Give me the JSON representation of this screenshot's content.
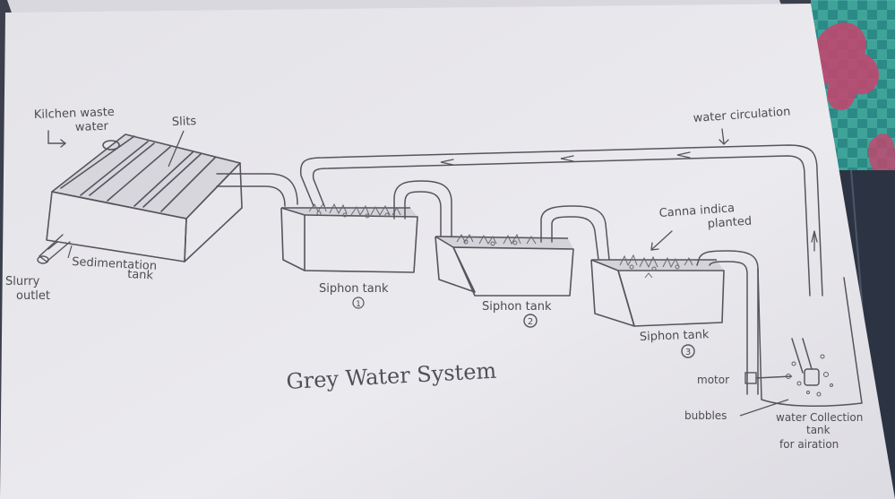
{
  "labels": {
    "kitchen_waste_water": [
      "Kilchen waste",
      "water"
    ],
    "slits": "Slits",
    "slurry_outlet": [
      "Slurry",
      "outlet"
    ],
    "sedimentation_tank": [
      "Sedimentation",
      "tank"
    ],
    "siphon_tank_1": "Siphon tank",
    "siphon_tank_1_number": "1",
    "siphon_tank_2": "Siphon tank",
    "siphon_tank_2_number": "2",
    "siphon_tank_3": "Siphon tank",
    "siphon_tank_3_number": "3",
    "canna_indica": [
      "Canna indica",
      "planted"
    ],
    "water_circulation": "water circulation",
    "motor": "motor",
    "bubbles": "bubbles",
    "water_collection_tank": [
      "water Collection",
      "tank",
      "for airation"
    ]
  },
  "title": "Grey Water System",
  "colors": {
    "paper": "#e9e8ec",
    "pencil": "#57575f",
    "background_dark": "#3a3f4a",
    "cloth_teal": "#2f8f86",
    "cloth_pink": "#c3416b"
  }
}
